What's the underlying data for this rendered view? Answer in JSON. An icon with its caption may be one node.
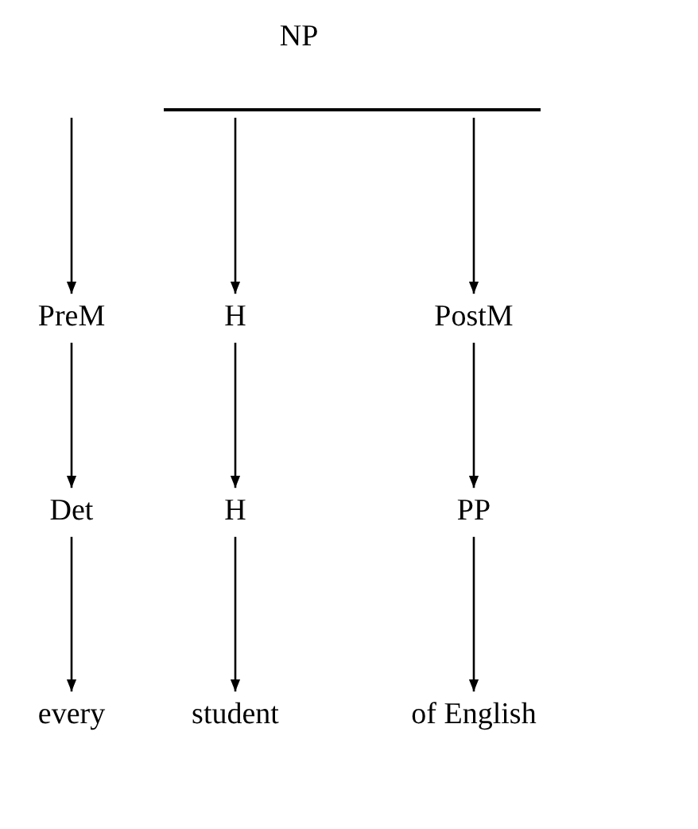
{
  "diagram": {
    "nodes": [
      {
        "text": [
          "NP"
        ]
      },
      {
        "text": [],
        "shape": "bar"
      },
      {
        "text": [
          "PreM"
        ]
      },
      {
        "text": [
          "H"
        ]
      },
      {
        "text": [
          "PostM"
        ]
      },
      {
        "text": [
          "Det"
        ]
      },
      {
        "text": [
          "H"
        ]
      },
      {
        "text": [
          "PP"
        ]
      },
      {
        "text": [
          "every"
        ]
      },
      {
        "text": [
          "student"
        ]
      },
      {
        "text": [
          "of English"
        ]
      }
    ],
    "edges": [
      {
        "from": 1,
        "to": 2,
        "arrow": "to"
      },
      {
        "from": 1,
        "to": 3,
        "arrow": "to"
      },
      {
        "from": 1,
        "to": 4,
        "arrow": "to"
      },
      {
        "from": 2,
        "to": 5,
        "arrow": "to"
      },
      {
        "from": 3,
        "to": 6,
        "arrow": "to"
      },
      {
        "from": 4,
        "to": 7,
        "arrow": "to"
      },
      {
        "from": 5,
        "to": 8,
        "arrow": "to"
      },
      {
        "from": 6,
        "to": 9,
        "arrow": "to"
      },
      {
        "from": 7,
        "to": 10,
        "arrow": "to"
      }
    ]
  }
}
